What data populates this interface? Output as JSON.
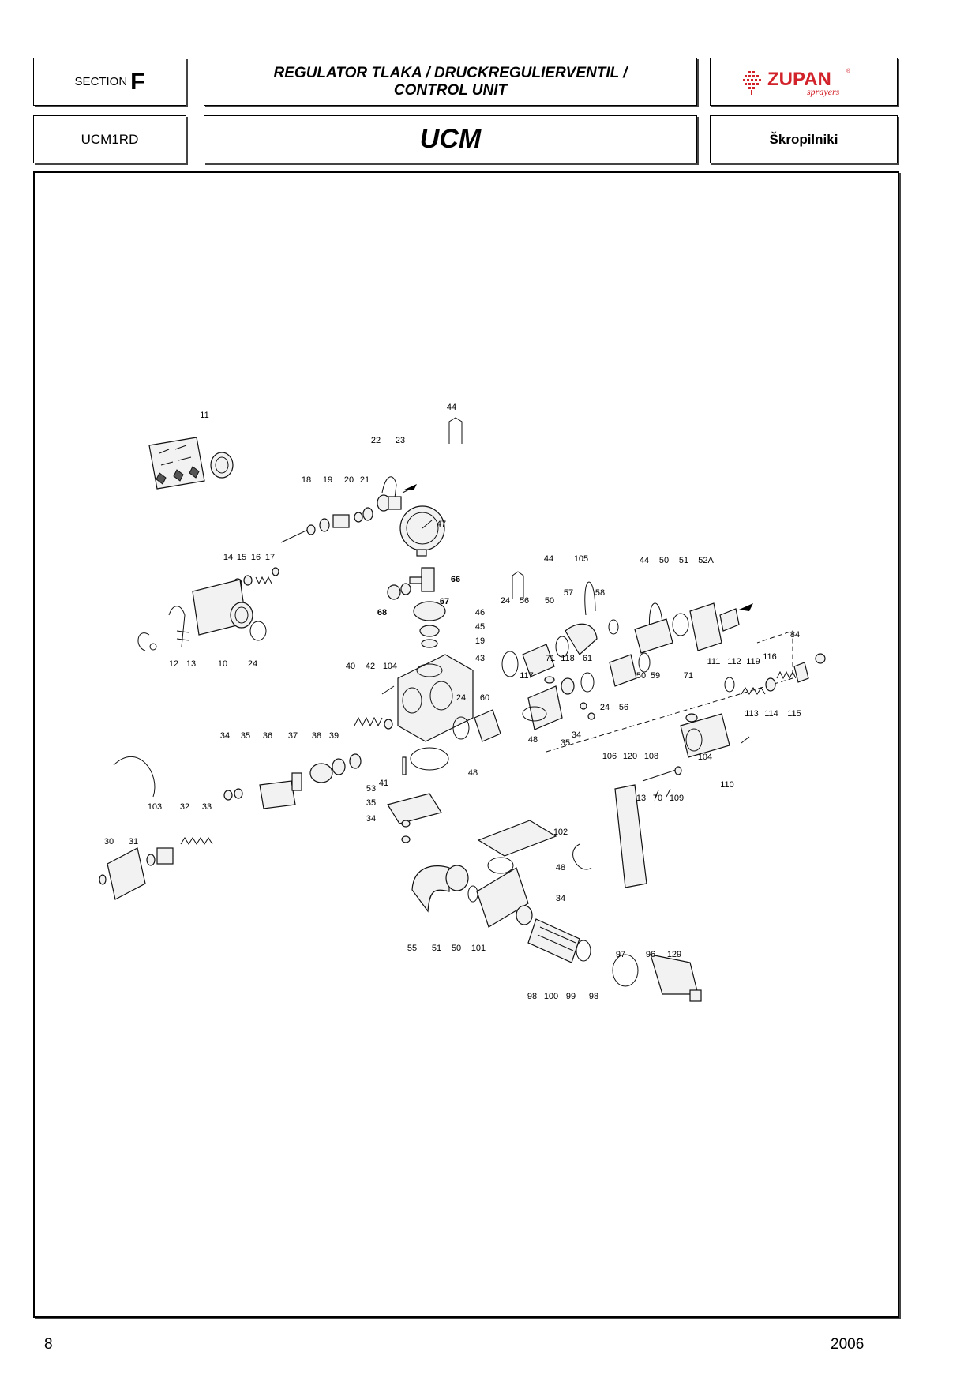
{
  "header": {
    "section_word": "SECTION",
    "section_letter": "F",
    "title_line1": "REGULATOR TLAKA / DRUCKREGULIERVENTIL /",
    "title_line2": "CONTROL UNIT",
    "code": "UCM1RD",
    "model": "UCM",
    "category": "Škropilniki",
    "logo": {
      "brand": "ZUPAN",
      "sub": "sprayers",
      "brand_color": "#d2232a",
      "icon": "zupan-flower-logo"
    }
  },
  "diagram": {
    "part_labels": [
      "44",
      "11",
      "22",
      "23",
      "18",
      "19",
      "20",
      "21",
      "47",
      "14",
      "15",
      "16",
      "17",
      "66",
      "67",
      "68",
      "46",
      "45",
      "19",
      "43",
      "12",
      "13",
      "10",
      "24",
      "40",
      "42",
      "104",
      "24",
      "60",
      "48",
      "41",
      "34",
      "35",
      "36",
      "37",
      "38",
      "39",
      "53",
      "35",
      "34",
      "103",
      "32",
      "33",
      "30",
      "31",
      "44",
      "105",
      "44",
      "50",
      "51",
      "52A",
      "24",
      "56",
      "50",
      "57",
      "58",
      "71",
      "118",
      "61",
      "117",
      "24",
      "56",
      "50",
      "59",
      "48",
      "35",
      "34",
      "84",
      "111",
      "112",
      "119",
      "116",
      "71",
      "113",
      "114",
      "115",
      "106",
      "120",
      "108",
      "104",
      "110",
      "13",
      "70",
      "109",
      "102",
      "48",
      "34",
      "55",
      "51",
      "50",
      "101",
      "97",
      "96",
      "129",
      "98",
      "100",
      "99",
      "98"
    ]
  },
  "footer": {
    "page_number": "8",
    "year": "2006"
  }
}
